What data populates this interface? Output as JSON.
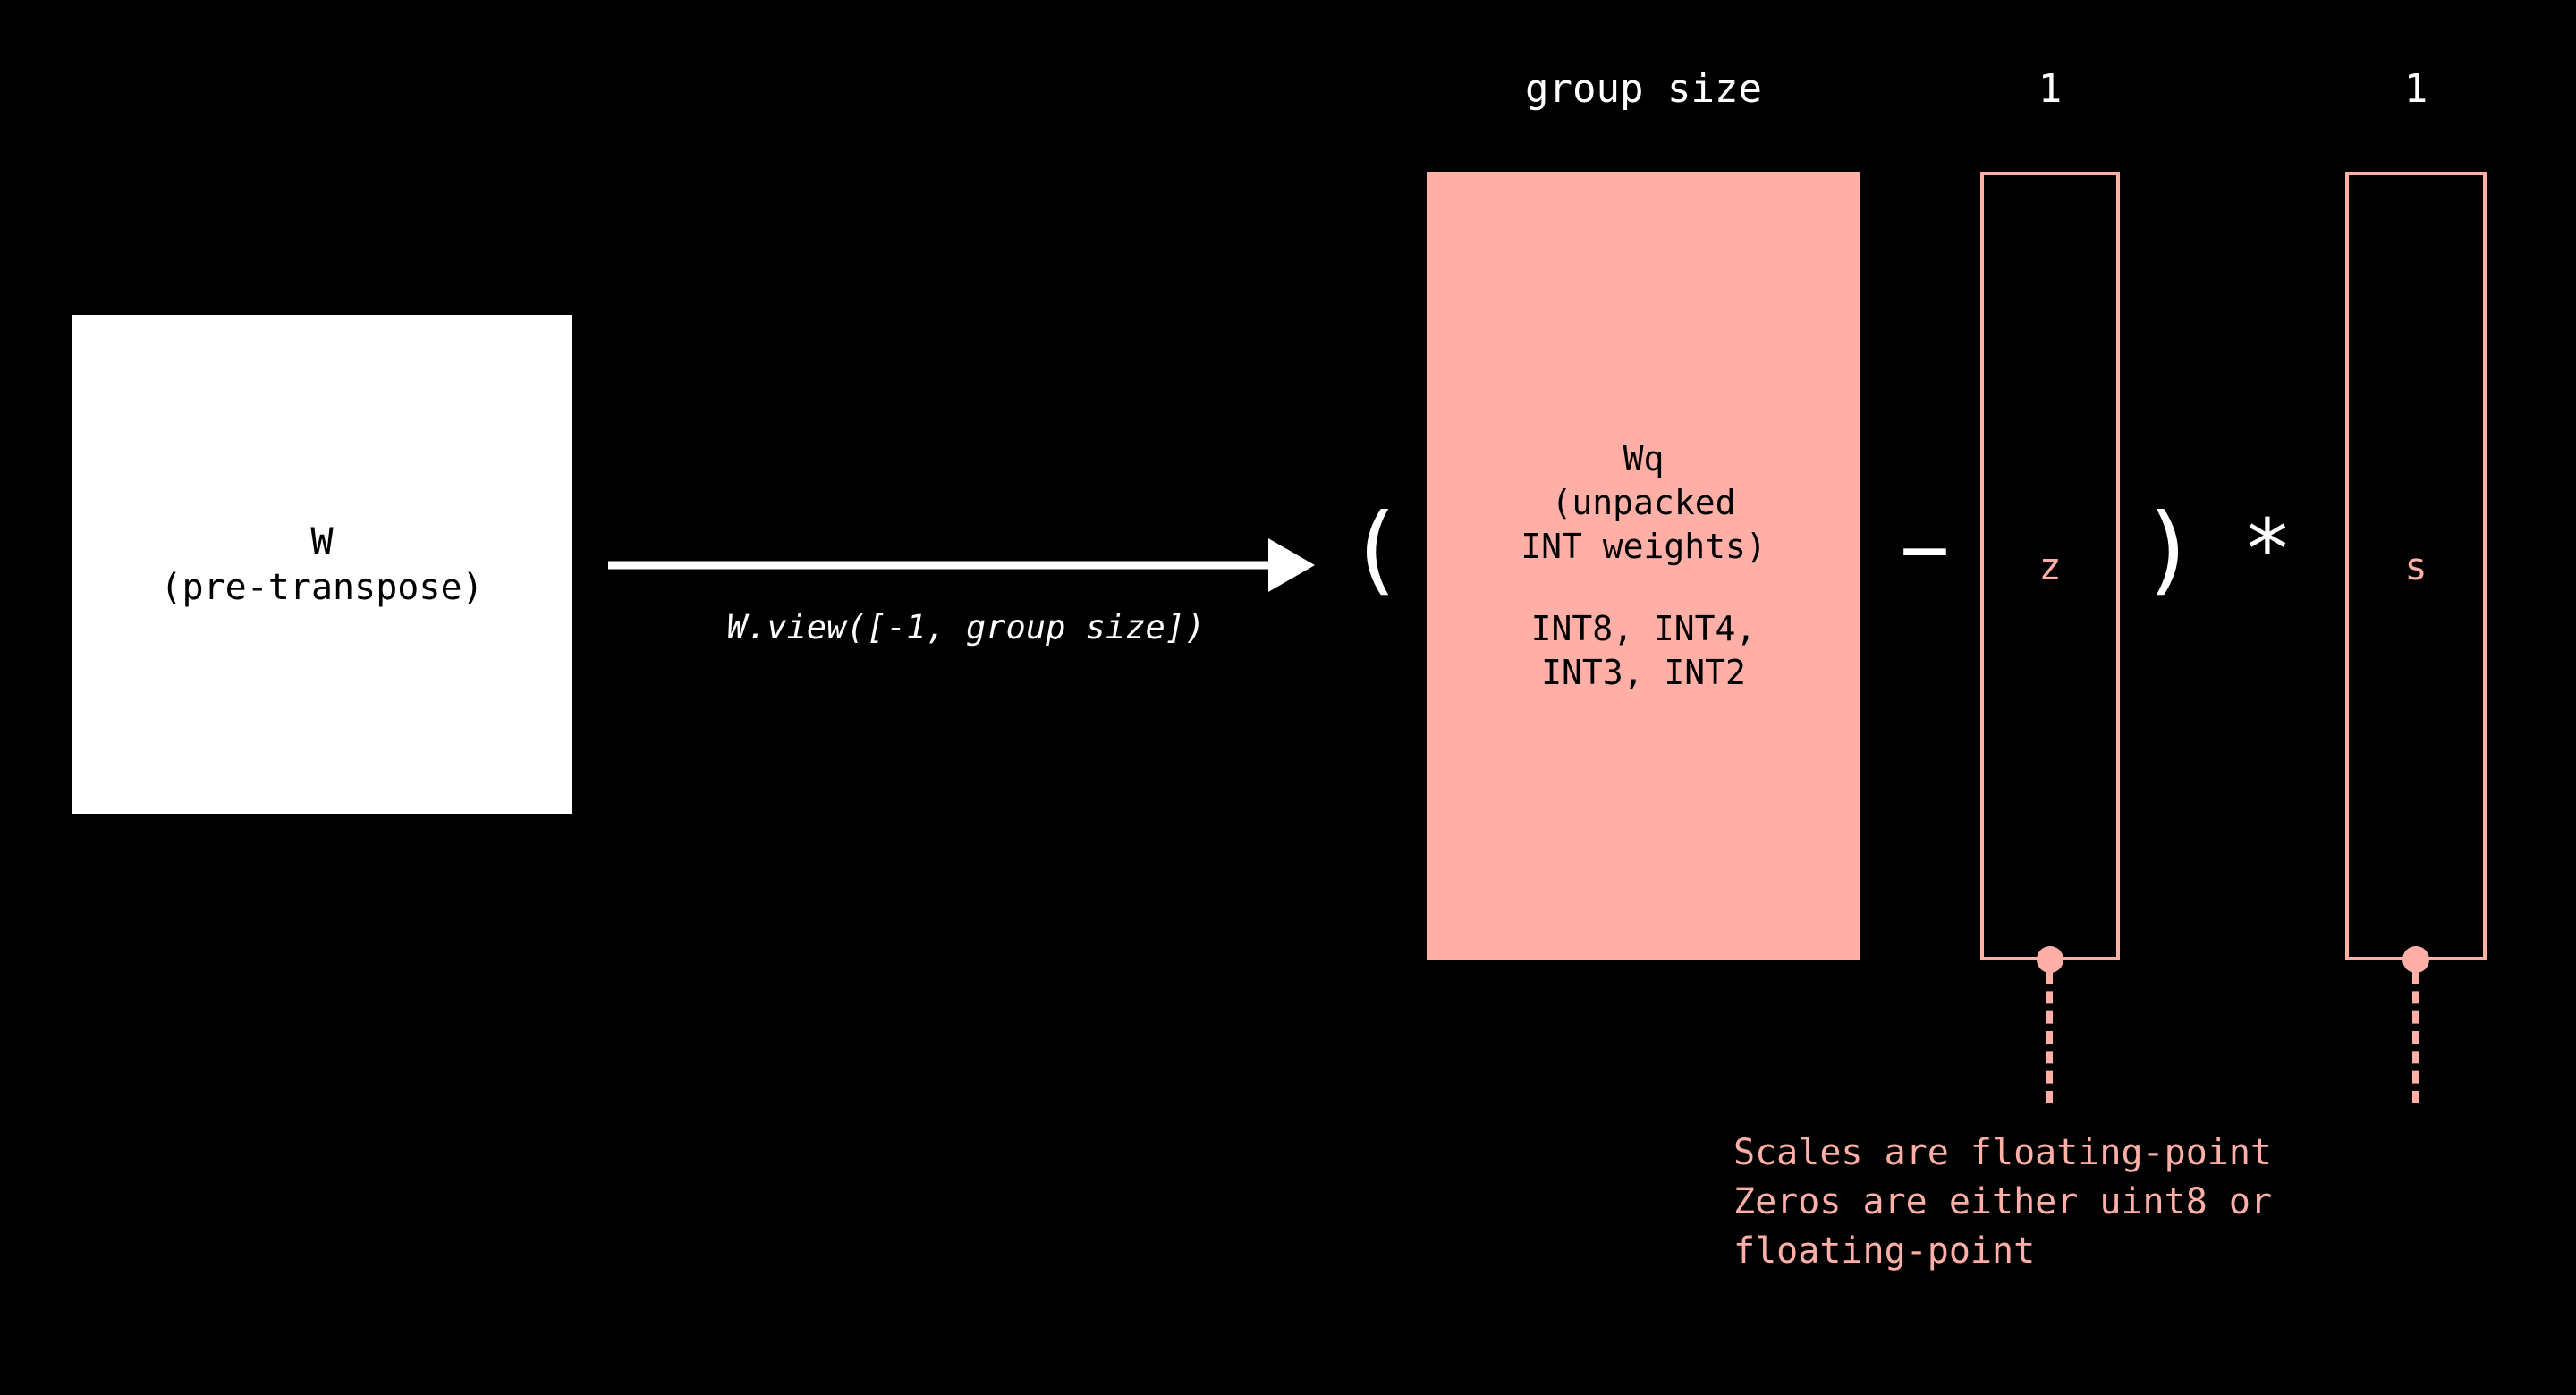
{
  "background_color": "#000000",
  "palette": {
    "pink": "#ffafa5",
    "white": "#ffffff",
    "black": "#000000"
  },
  "source_block": {
    "name": "W",
    "subtitle": "(pre-transpose)",
    "fill_color": "#ffffff",
    "text_color": "#000000"
  },
  "transform": {
    "arrow_icon": "right-arrow-icon",
    "label": "W.view([-1, group size])",
    "color": "#ffffff"
  },
  "column_headers": {
    "wq": "group size",
    "z": "1",
    "s": "1"
  },
  "operators": {
    "open_paren": "(",
    "minus": "−",
    "close_paren": ")",
    "multiply": "*"
  },
  "quantized_block": {
    "title": "Wq",
    "subtitle_line1": "(unpacked",
    "subtitle_line2": "INT weights)",
    "dtypes_line1": "INT8, INT4,",
    "dtypes_line2": "INT3, INT2",
    "fill_color": "#ffafa5",
    "text_color": "#000000"
  },
  "zero_point_column": {
    "label": "z",
    "border_color": "#ffafa5",
    "text_color": "#ffafa5"
  },
  "scale_column": {
    "label": "s",
    "border_color": "#ffafa5",
    "text_color": "#ffafa5"
  },
  "footnote": {
    "line1": "Scales are floating-point",
    "line2": "Zeros are either uint8 or",
    "line3": "floating-point",
    "color": "#ffafa5"
  }
}
